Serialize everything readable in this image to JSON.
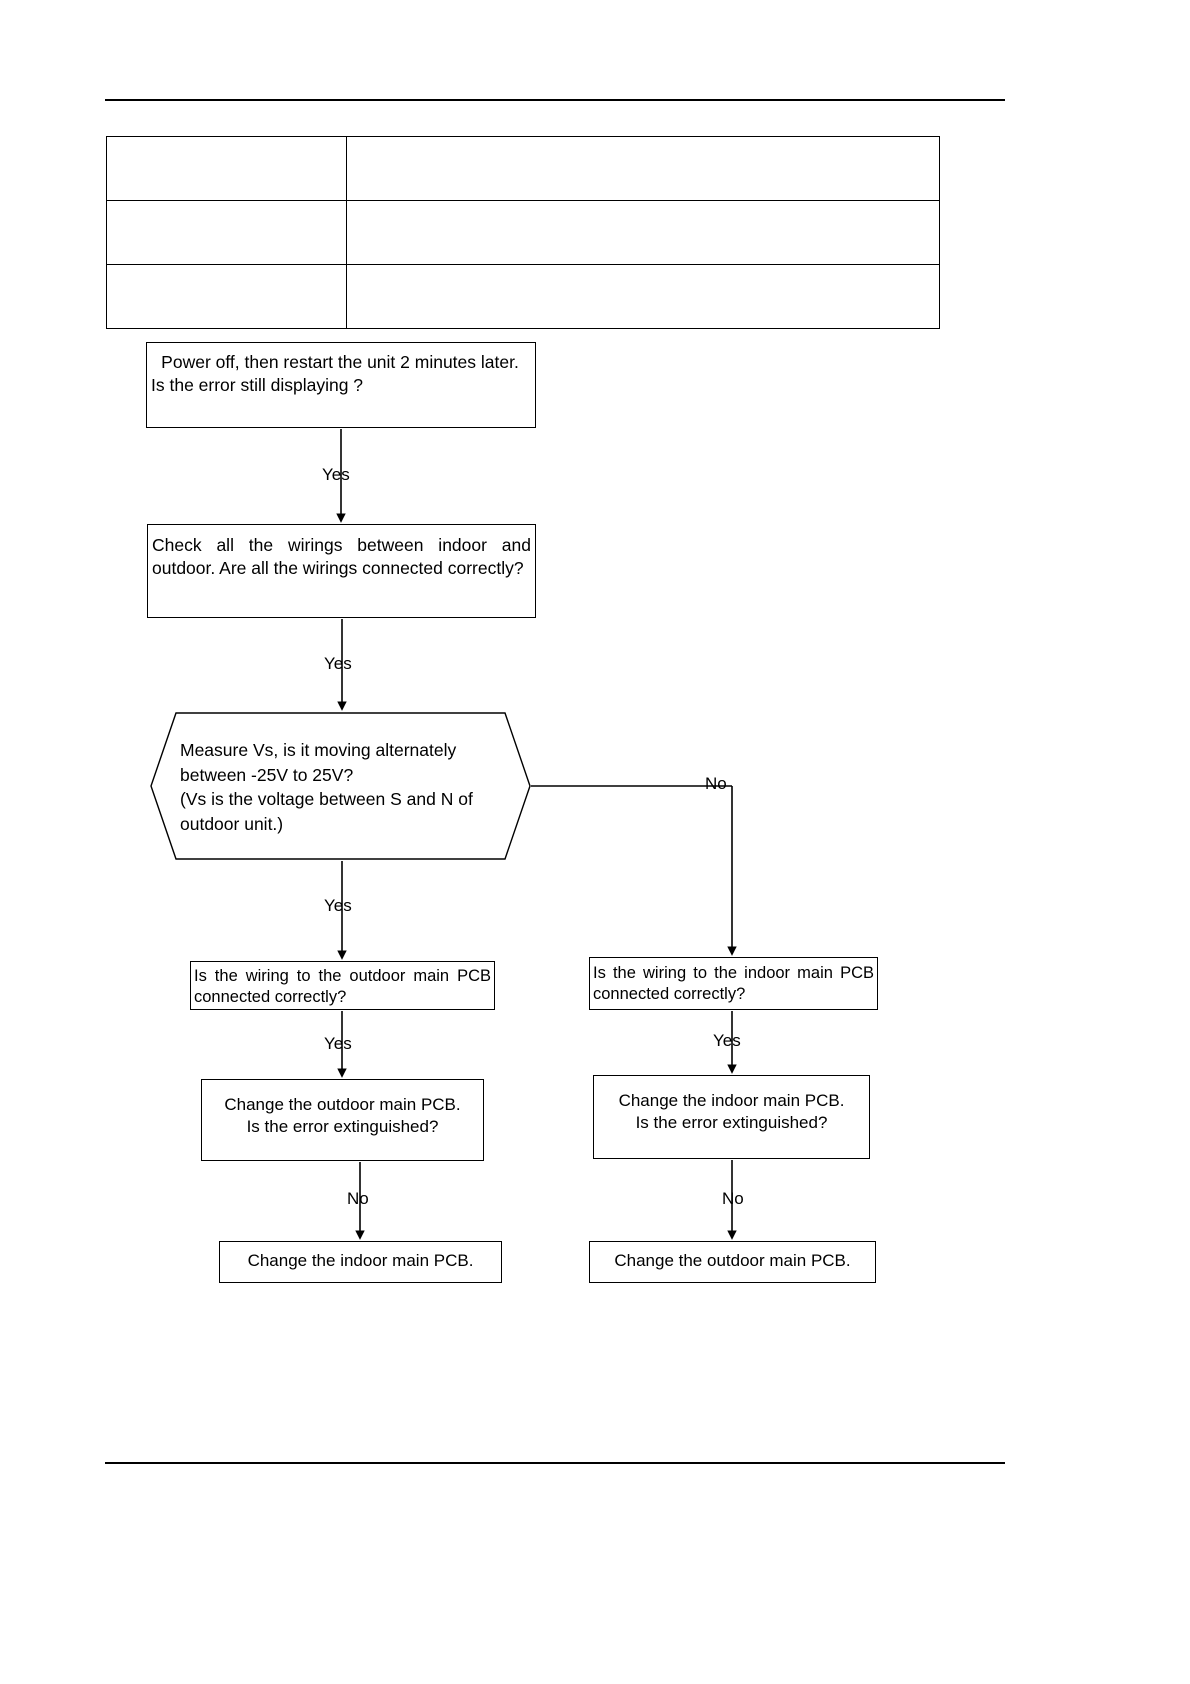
{
  "page": {
    "rules": {
      "top": true,
      "bottom": true
    }
  },
  "info_table": {
    "rows": [
      {
        "label": "",
        "value": ""
      },
      {
        "label": "",
        "value": ""
      },
      {
        "label": "",
        "value": ""
      }
    ]
  },
  "flowchart": {
    "type": "troubleshooting-flowchart",
    "nodes": {
      "restart": {
        "shape": "rectangle",
        "line1": "Power off, then restart the unit 2 minutes later.",
        "line2": "Is the error still displaying ?"
      },
      "check_wirings": {
        "shape": "rectangle",
        "text": "Check all the wirings between indoor and outdoor. Are all the wirings connected correctly?"
      },
      "measure_vs": {
        "shape": "hexagon",
        "line1": "Measure  Vs, is it moving alternately",
        "line2": "between -25V to 25V?",
        "line3": "(Vs is the voltage between S and N of",
        "line4": "outdoor unit.)"
      },
      "outdoor_wiring": {
        "shape": "rectangle",
        "text": "Is the wiring to the outdoor main PCB connected correctly?"
      },
      "indoor_wiring": {
        "shape": "rectangle",
        "text": "Is the wiring to the indoor main PCB connected  correctly?"
      },
      "change_outdoor_pcb": {
        "shape": "rectangle",
        "line1": "Change the outdoor main PCB.",
        "line2": "Is the error extinguished?"
      },
      "change_indoor_pcb": {
        "shape": "rectangle",
        "line1": "Change the indoor main PCB.",
        "line2": "Is the error extinguished?"
      },
      "final_indoor": {
        "shape": "rectangle",
        "text": "Change the indoor main PCB."
      },
      "final_outdoor": {
        "shape": "rectangle",
        "text": "Change the outdoor main PCB."
      }
    },
    "edge_labels": {
      "yes_1": "Yes",
      "yes_2": "Yes",
      "yes_3": "Yes",
      "yes_4": "Yes",
      "yes_5": "Yes",
      "no_1": "No",
      "no_2": "No",
      "no_3": "No"
    },
    "colors": {
      "stroke": "#000000",
      "fill": "#ffffff",
      "text": "#000000"
    }
  }
}
